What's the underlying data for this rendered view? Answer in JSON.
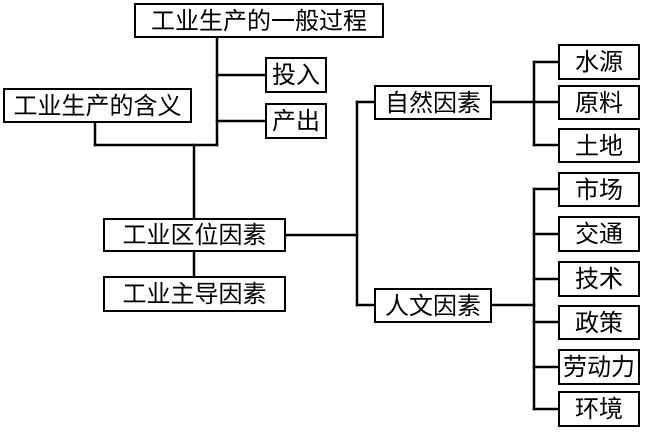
{
  "diagram": {
    "nodes": {
      "general_process": "工业生产的一般过程",
      "input": "投入",
      "output": "产出",
      "meaning": "工业生产的含义",
      "location_factors": "工业区位因素",
      "dominant_factors": "工业主导因素",
      "natural_factors": "自然因素",
      "human_factors": "人文因素",
      "water_source": "水源",
      "raw_materials": "原料",
      "land": "土地",
      "market": "市场",
      "transport": "交通",
      "technology": "技术",
      "policy": "政策",
      "labor": "劳动力",
      "environment": "环境"
    }
  }
}
